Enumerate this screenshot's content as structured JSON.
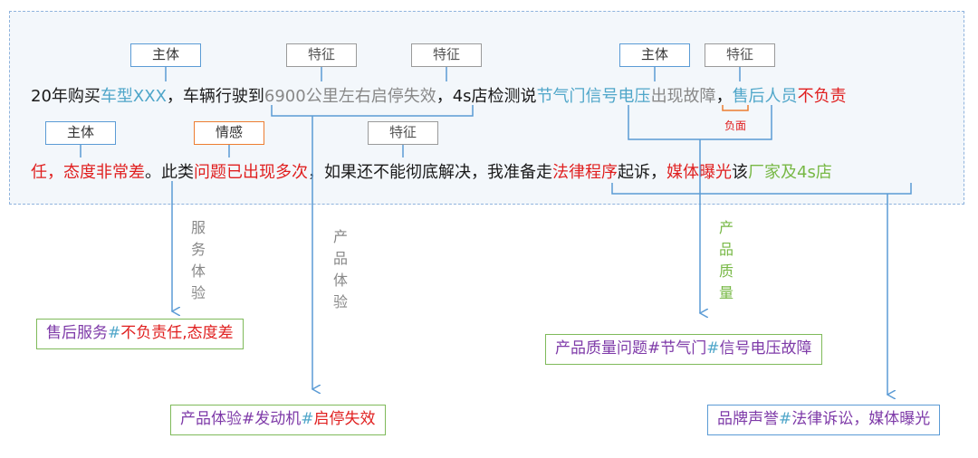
{
  "text_line1": [
    {
      "t": "20年购买",
      "c": ""
    },
    {
      "t": "车型XXX",
      "c": "c-blue"
    },
    {
      "t": "，车辆行驶到",
      "c": ""
    },
    {
      "t": "6900公里左右",
      "c": "c-gray"
    },
    {
      "t": "启停失效",
      "c": "c-gray"
    },
    {
      "t": "，4s店检测说",
      "c": ""
    },
    {
      "t": "节气门信号电压",
      "c": "c-blue"
    },
    {
      "t": "出现故障",
      "c": "c-gray"
    },
    {
      "t": "，",
      "c": ""
    },
    {
      "t": "售后人员",
      "c": "c-blue"
    },
    {
      "t": "不负责",
      "c": "c-red"
    }
  ],
  "text_line2": [
    {
      "t": "任，态度非常差",
      "c": "c-red"
    },
    {
      "t": "。此类",
      "c": ""
    },
    {
      "t": "问题已出现多次",
      "c": "c-red"
    },
    {
      "t": "，如果还不能彻底解决，我准备走",
      "c": ""
    },
    {
      "t": "法律程序",
      "c": "c-red"
    },
    {
      "t": "起诉，",
      "c": ""
    },
    {
      "t": "媒体曝光",
      "c": "c-red"
    },
    {
      "t": "该",
      "c": ""
    },
    {
      "t": "厂家及4s店",
      "c": "c-green"
    }
  ],
  "tags": {
    "t1": "主体",
    "t2": "特征",
    "t3": "特征",
    "t4": "主体",
    "t5": "特征",
    "t6": "主体",
    "t7": "情感",
    "t8": "特征"
  },
  "negative_label": "负面",
  "flow_labels": {
    "service": "服务体验",
    "product_exp": "产品体验",
    "product_quality": "产品质量"
  },
  "results": {
    "service": [
      {
        "t": "售后服务",
        "c": "c-purple"
      },
      {
        "t": "#",
        "c": "c-blue"
      },
      {
        "t": "不负责任,态度差",
        "c": "c-red"
      }
    ],
    "product_exp": [
      {
        "t": "产品体验#发动机",
        "c": "c-purple"
      },
      {
        "t": "#",
        "c": "c-blue"
      },
      {
        "t": "启停失效",
        "c": "c-red"
      }
    ],
    "product_quality": [
      {
        "t": "产品质量问题#节气门",
        "c": "c-purple"
      },
      {
        "t": "#",
        "c": "c-blue"
      },
      {
        "t": "信号电压故障",
        "c": "c-purple"
      }
    ],
    "brand": [
      {
        "t": "品牌声誉",
        "c": "c-purple"
      },
      {
        "t": "#",
        "c": "c-blue"
      },
      {
        "t": "法律诉讼，媒体曝光",
        "c": "c-purple"
      }
    ]
  },
  "colors": {
    "accent_blue": "#5b9bd5",
    "green": "#7fba5a",
    "red": "#e02020",
    "orange": "#ed7d31"
  }
}
